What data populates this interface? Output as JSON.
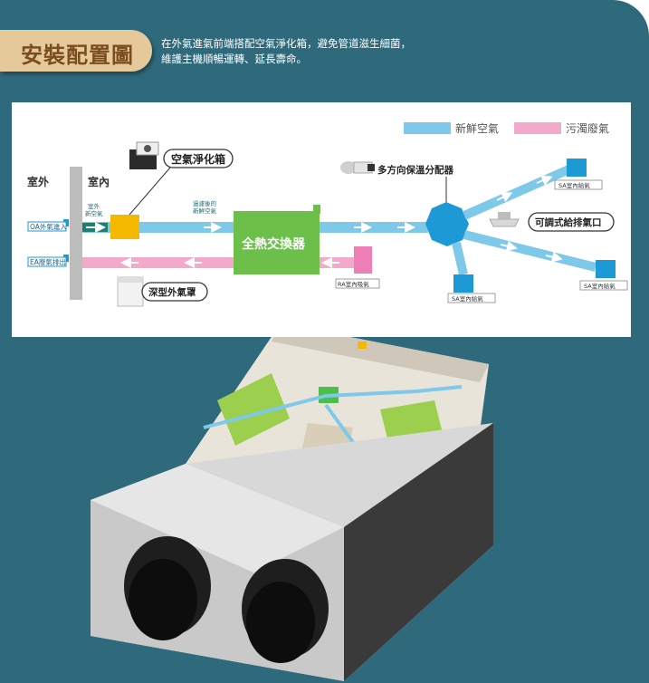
{
  "header": {
    "title": "安裝配置圖",
    "intro": "在外氣進氣前端搭配空氣淨化箱，避免管道滋生細菌，\n維護主機順暢運轉、延長壽命。"
  },
  "legend": {
    "fresh_air": "新鮮空氣",
    "dirty_air": "污濁廢氣",
    "fresh_color": "#7ec8ea",
    "dirty_color": "#f2a9cc"
  },
  "diagram": {
    "outdoor": "室外",
    "indoor": "室內",
    "oa_label": "OA外氣進入",
    "ea_label": "EA廢氣排出",
    "outside_air_small": "室外\n新空氣",
    "filtered_air_small": "過濾後的\n新鮮空氣",
    "purifier_box": "空氣淨化箱",
    "heat_exchanger": "全熱交換器",
    "distributor": "多方向保溫分配器",
    "ra_label": "RA室內吸氣",
    "sa_labels": [
      "SA室內給氣",
      "SA室內給氣",
      "SA室內給氣"
    ],
    "diffuser": "可調式給排氣口",
    "deep_hood": "深型外氣罩",
    "exchanger_color": "#6cc04a",
    "purifier_color": "#f5b800",
    "sa_color": "#1d9ad6",
    "ra_color": "#ee7fb6"
  }
}
